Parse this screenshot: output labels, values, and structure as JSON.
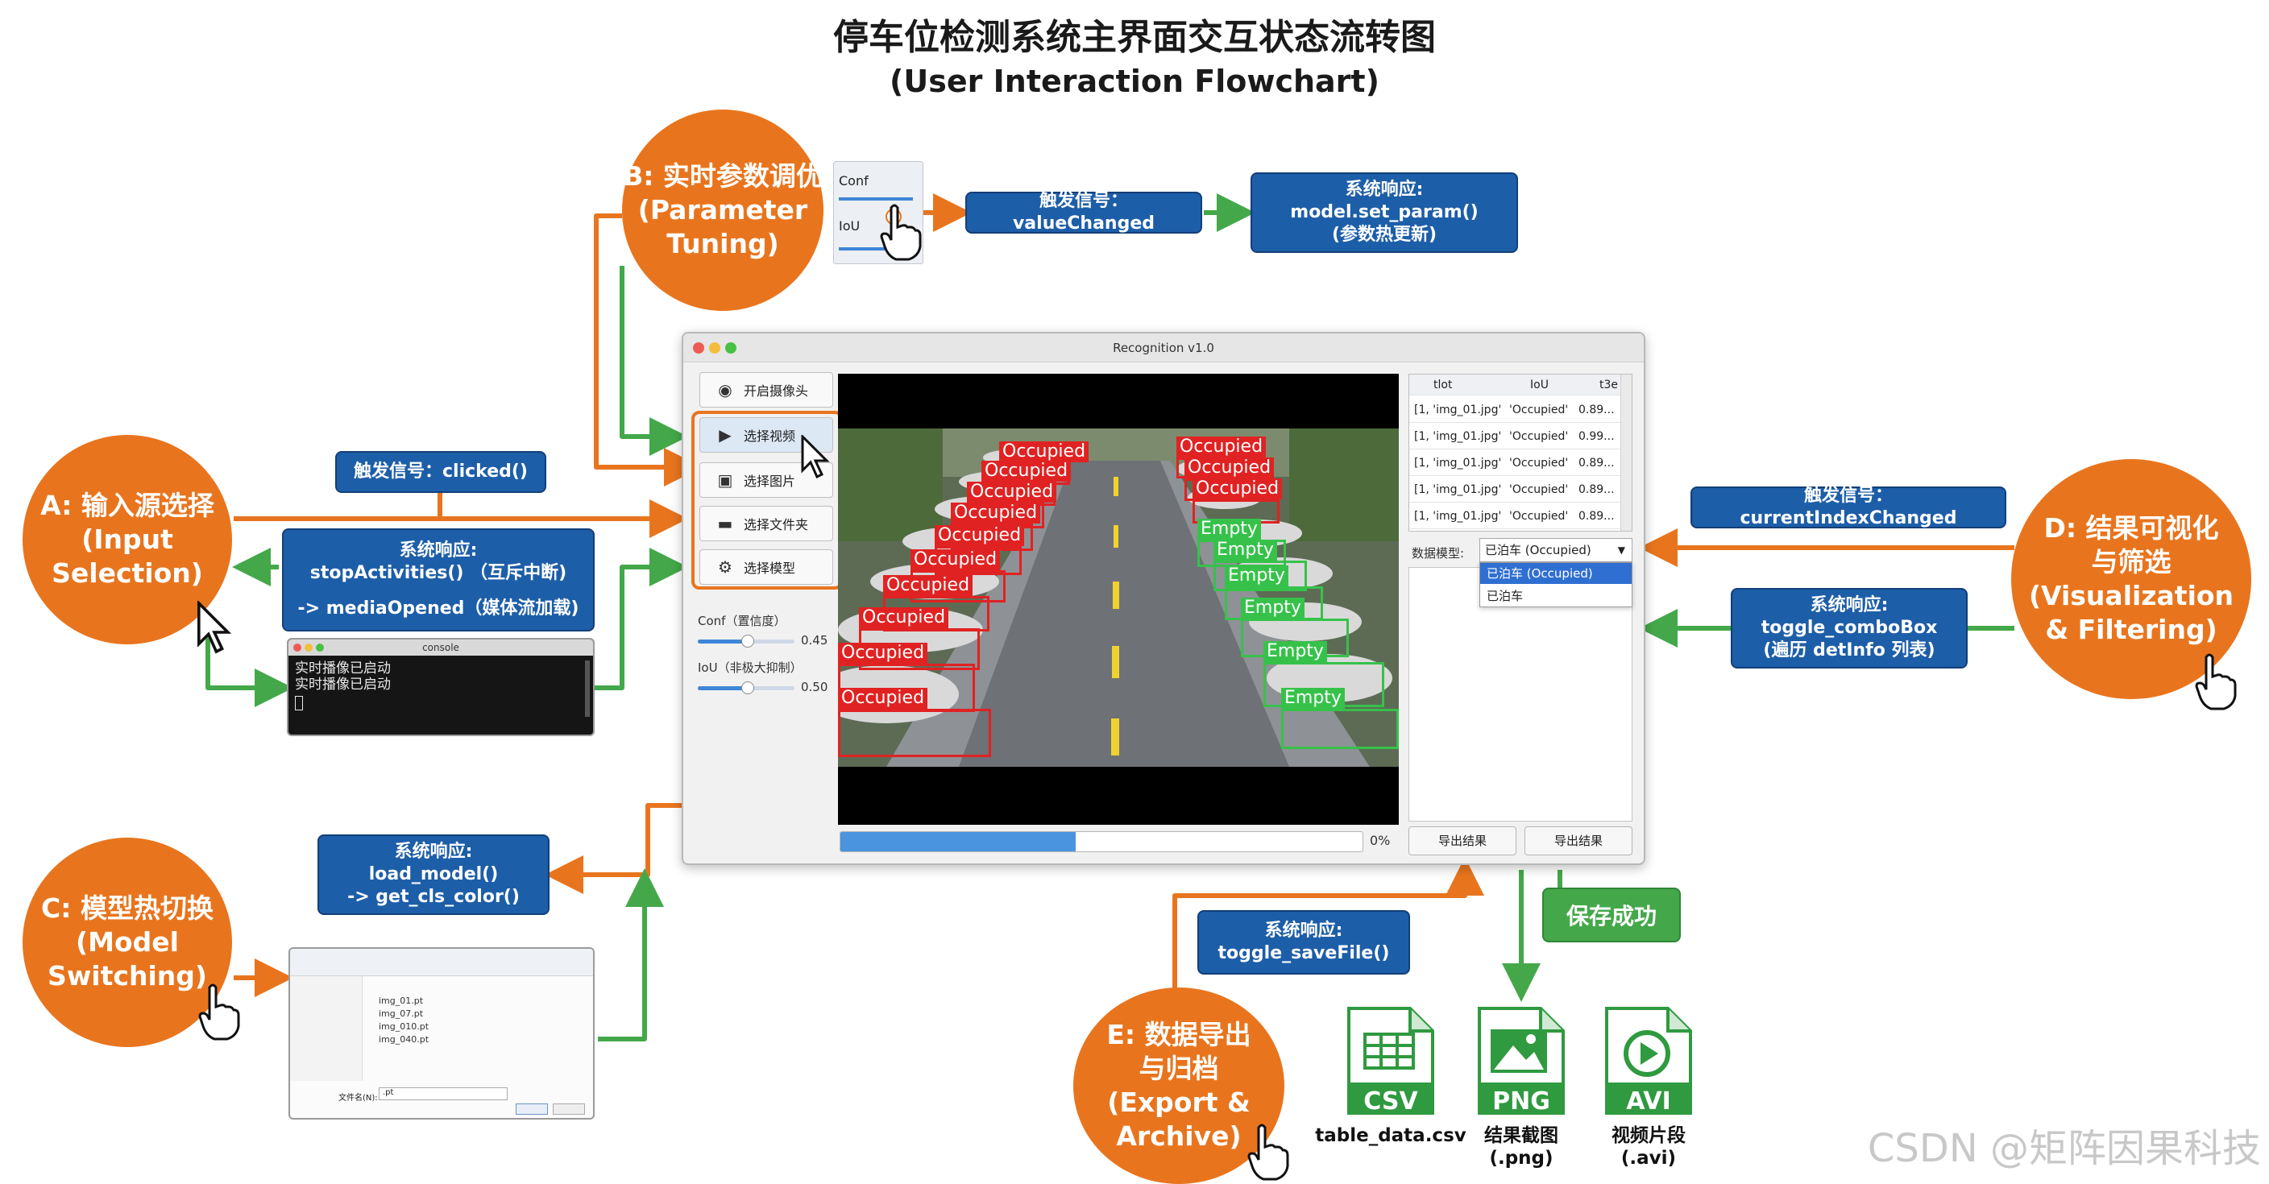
{
  "title": {
    "cn": "停车位检测系统主界面交互状态流转图",
    "en": "(User Interaction Flowchart)"
  },
  "nodes": {
    "a": [
      "A: 输入源选择",
      "(Input",
      "Selection)"
    ],
    "b": [
      "B: 实时参数调优",
      "(Parameter",
      "Tuning)"
    ],
    "c": [
      "C:  模型热切换",
      "(Model",
      "Switching)"
    ],
    "d": [
      "D: 结果可视化",
      "与筛选",
      "(Visualization",
      "& Filtering)"
    ],
    "e": [
      "E:  数据导出",
      "与归档",
      "(Export &",
      "Archive)"
    ]
  },
  "boxes": {
    "b_trigger": "触发信号：valueChanged",
    "b_response": [
      "系统响应:",
      "model.set_param()",
      "(参数热更新)"
    ],
    "a_trigger": "触发信号：clicked()",
    "a_response": [
      "系统响应:",
      "stopActivities() （互斥中断)",
      "",
      "-> mediaOpened（媒体流加载)"
    ],
    "c_response": [
      "系统响应:",
      "load_model()",
      "-> get_cls_color()"
    ],
    "d_trigger": "触发信号：currentIndexChanged",
    "d_response": [
      "系统响应:",
      "toggle_comboBox",
      "(遍历 detInfo 列表)"
    ],
    "e_response": [
      "系统响应:",
      "toggle_saveFile()"
    ],
    "save_ok": "保存成功"
  },
  "window": {
    "title": "Recognition v1.0",
    "buttons": [
      "开启摄像头",
      "选择视频",
      "选择图片",
      "选择文件夹",
      "选择模型"
    ],
    "conf_label": "Conf（置信度）",
    "conf_value": "0.45",
    "iou_label": "IoU（非极大抑制）",
    "iou_value": "0.50",
    "progress": {
      "fraction": 0.45,
      "label": "45%",
      "right_label": "0%"
    },
    "table": {
      "headers": [
        "tlot",
        "IoU",
        "t3e"
      ],
      "rows": [
        [
          "[1, 'img_01.jpg'",
          "'Occupied'",
          "0.89..."
        ],
        [
          "[1, 'img_01.jpg'",
          "'Occupied'",
          "0.99..."
        ],
        [
          "[1, 'img_01.jpg'",
          "'Occupied'",
          "0.89..."
        ],
        [
          "[1, 'img_01.jpg'",
          "'Occupied'",
          "0.89..."
        ],
        [
          "[1, 'img_01.jpg'",
          "'Occupied'",
          "0.89..."
        ]
      ]
    },
    "filter_label": "数据模型:",
    "filter_value": "已泊车 (Occupied)",
    "filter_options": [
      "已泊车 (Occupied)",
      "已泊车"
    ],
    "export_buttons": [
      "导出结果",
      "导出结果"
    ],
    "labels": {
      "occupied": "Occupied",
      "empty": "Empty"
    }
  },
  "mini_conf": {
    "conf": "Conf",
    "iou": "IoU"
  },
  "console": {
    "title": "console",
    "lines": [
      "实时播像已启动",
      "实时播像已启动"
    ]
  },
  "file_dialog": {
    "files": [
      "img_01.pt",
      "img_07.pt",
      "img_010.pt",
      "img_040.pt"
    ],
    "filename_label": "文件名(N):",
    "filename_value": ".pt"
  },
  "exports": [
    {
      "badge": "CSV",
      "caption": [
        "table_data.csv"
      ]
    },
    {
      "badge": "PNG",
      "caption": [
        "结果截图",
        "(.png)"
      ]
    },
    {
      "badge": "AVI",
      "caption": [
        "视频片段",
        "(.avi)"
      ]
    }
  ],
  "watermark": "CSDN @矩阵因果科技",
  "colors": {
    "orange": "#e8751e",
    "blue": "#1d5ea8",
    "green": "#44a84a",
    "occupied": "#e02222",
    "empty": "#36c24a"
  }
}
